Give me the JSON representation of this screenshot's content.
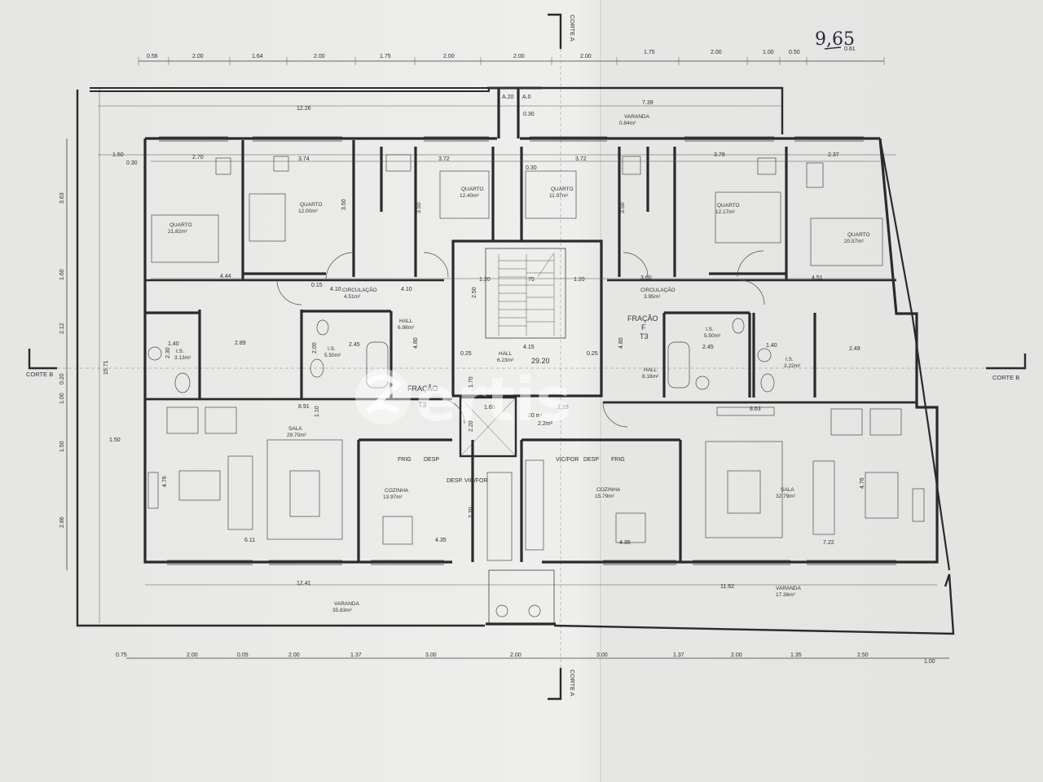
{
  "annotation_handwritten": "9,65",
  "watermark": "ertis",
  "section_cuts": {
    "a_top": "CORTE A",
    "a_bottom": "CORTE A",
    "b_left": "CORTE B",
    "b_right": "CORTE B"
  },
  "top_dims": [
    "0.56",
    "2.00",
    "1.64",
    "2.00",
    "1.75",
    "2.00",
    "2.00",
    "2.00",
    "1.75",
    "2.00",
    "1.00",
    "0.50",
    "0.61"
  ],
  "bottom_dims": [
    "0.75",
    "2.00",
    "0.05",
    "2.00",
    "1.37",
    "3.00",
    "2.00",
    "3.00",
    "1.37",
    "2.00",
    "1.35",
    "2.50",
    "1.00"
  ],
  "left_dims": [
    "3.63",
    "1.60",
    "2.12",
    "1.00",
    "1.50",
    "2.86"
  ],
  "overall": {
    "width_top": "12.26",
    "width_top_right": "7.39",
    "height_left": "15.71"
  },
  "center": {
    "stair_total": "29.20",
    "hall_label": "HALL",
    "hall_area": "6.23m²",
    "stair_w1": "1.20",
    "stair_w2": "1.20",
    "stair_mid": "75",
    "hall_w": "4.15"
  },
  "units": {
    "left": {
      "fracao_label": "FRAÇÃO",
      "fracao_type": "T3",
      "rooms": [
        {
          "name": "QUARTO",
          "area": "21.82m²"
        },
        {
          "name": "QUARTO",
          "area": "12.00m²"
        },
        {
          "name": "QUARTO",
          "area": "12.40m²"
        },
        {
          "name": "CIRCULAÇÃO",
          "area": "4.51m²"
        },
        {
          "name": "HALL",
          "area": "6.98m²"
        },
        {
          "name": "I.S.",
          "area": "3.13m²"
        },
        {
          "name": "I.S.",
          "area": "5.50m²"
        },
        {
          "name": "SALA",
          "area": "29.70m²"
        },
        {
          "name": "COZINHA",
          "area": "13.97m²"
        },
        {
          "name": "VARANDA",
          "area": "35.83m²"
        }
      ]
    },
    "right": {
      "fracao_label": "FRAÇÃO",
      "fracao_letter": "F",
      "fracao_type": "T3",
      "rooms": [
        {
          "name": "QUARTO",
          "area": "11.97m²"
        },
        {
          "name": "QUARTO",
          "area": "12.17m²"
        },
        {
          "name": "QUARTO",
          "area": "20.57m²"
        },
        {
          "name": "CIRCULAÇÃO",
          "area": "3.95m²"
        },
        {
          "name": "HALL",
          "area": "8.18m²"
        },
        {
          "name": "I.S.",
          "area": "5.50m²"
        },
        {
          "name": "I.S.",
          "area": "3.22m²"
        },
        {
          "name": "SALA",
          "area": "32.79m²"
        },
        {
          "name": "COZINHA",
          "area": "15.79m²"
        },
        {
          "name": "VARANDA",
          "area": "17.36m²"
        },
        {
          "name": "VARANDA",
          "area": "0.84m²"
        }
      ]
    }
  },
  "interior_dims": {
    "d_2_70": "2.70",
    "d_3_74": "3.74",
    "d_3_72a": "3.72",
    "d_3_72b": "3.72",
    "d_3_79": "3.79",
    "d_2_37": "2.37",
    "d_4_44": "4.44",
    "d_4_10a": "4.10",
    "d_4_10b": "4.10",
    "d_3_60": "3.60",
    "d_4_51": "4.51",
    "d_2_89": "2.89",
    "d_2_45a": "2.45",
    "d_2_45b": "2.45",
    "d_2_49": "2.49",
    "d_8_91": "8.91",
    "d_8_63": "8.63",
    "d_4_35a": "4.35",
    "d_4_35b": "4.35",
    "d_6_11": "6.11",
    "d_7_22": "7.22",
    "d_12_41": "12.41",
    "d_11_62": "11.62",
    "d_1_60": "1.60",
    "d_2_29": "2.29",
    "d_1_50a": "1.50",
    "d_1_50b": "1.50",
    "d_4_80a": "4.80",
    "d_4_80b": "4.80",
    "d_4_76a": "4.76",
    "d_4_76b": "4.76",
    "d_3_50a": "3.50",
    "d_3_50b": "3.50",
    "d_3_50c": "3.50",
    "d_1_40a": "1.40",
    "d_1_40b": "1.40",
    "d_0_30": "0.30",
    "d_0_15": "0.15",
    "d_0_25": "0.25",
    "d_a_20": "A.20",
    "d_a_0": "A.0",
    "d_0_30b": "0.30",
    "d_0_30c": "0.30",
    "d_2_50": "2.50",
    "d_1_10": "1.10",
    "d_2_30": "2.30",
    "d_2_00": "2.00",
    "d_0_20": "0.20",
    "d_2_20": "2.20",
    "d_2_20b": "2.20",
    "d_1_70": "1.70",
    "d_20_m": "20 m²",
    "d_2_2m": "2.2m²",
    "d_0_25b": "0.25"
  },
  "kitchen_labels": {
    "fridge": "FRIG",
    "desp": "DESP",
    "desp_vic": "DESP. VIC/FOR",
    "vic_for": "VIC/FOR"
  }
}
